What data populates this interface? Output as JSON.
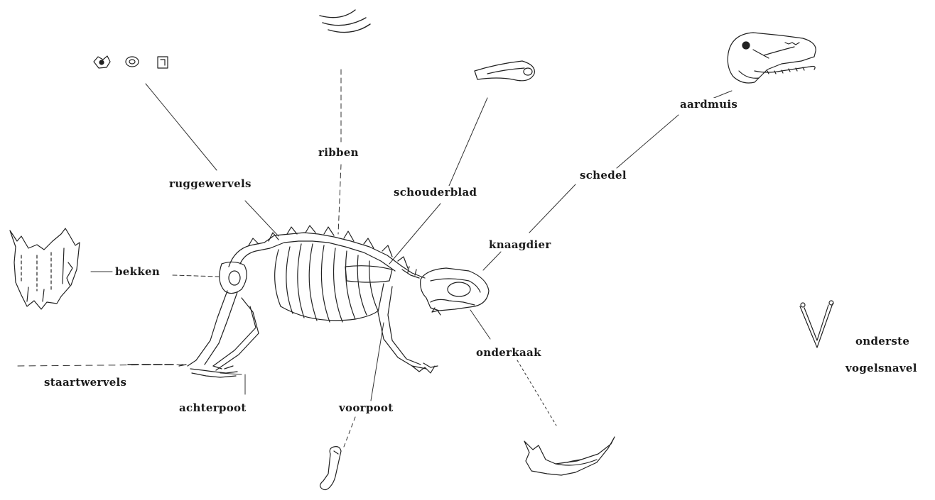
{
  "diagram": {
    "labels": {
      "ruggewervels": "ruggewervels",
      "ribben": "ribben",
      "schouderblad": "schouderblad",
      "schedel": "schedel",
      "aardmuis": "aardmuis",
      "knaagdier": "knaagdier",
      "bekken": "bekken",
      "onderkaak": "onderkaak",
      "staartwervels": "staartwervels",
      "achterpoot": "achterpoot",
      "voorpoot": "voorpoot",
      "ondereVogelsnavel_line1": "onderste",
      "ondereVogelsnavel_line2": "vogelsnavel"
    }
  }
}
